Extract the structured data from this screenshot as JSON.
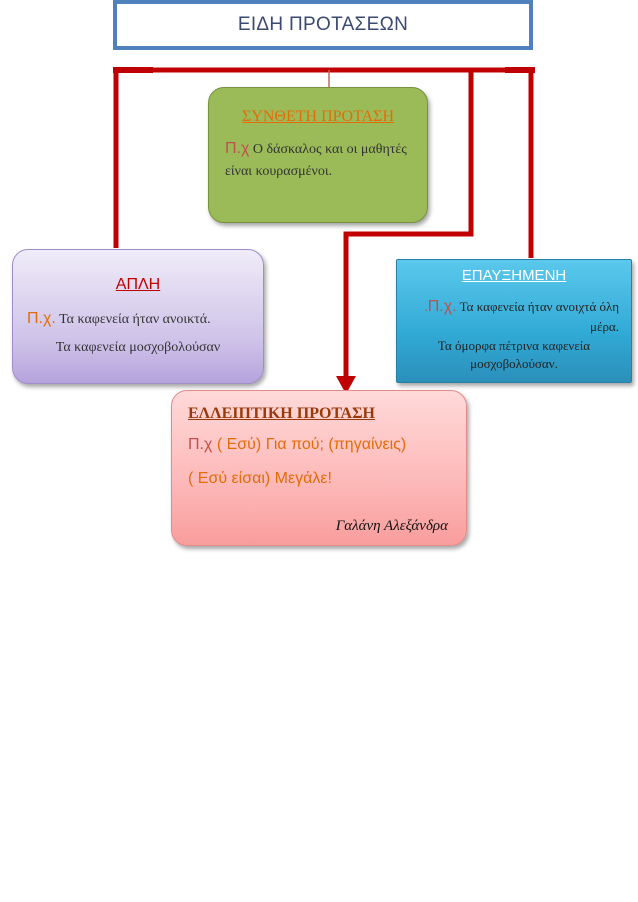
{
  "title": "ΕΙΔΗ ΠΡΟΤΑΣΕΩΝ",
  "colors": {
    "connector": "#c00000",
    "title_border": "#4f81bd",
    "green_box": "#9bbb59",
    "lavender_box": "#cdc1e8",
    "blue_box": "#31aad6",
    "pink_box": "#fdb8b8"
  },
  "syntheti": {
    "title": "ΣΥΝΘΕΤΗ ΠΡΟΤΑΣΗ",
    "prefix": "Π.χ",
    "example": " Ο δάσκαλος  και οι μαθητές είναι κουρασμένοι."
  },
  "apli": {
    "title": "ΑΠΛΗ",
    "prefix": "Π.χ.",
    "example1": "  Τα καφενεία ήταν ανοικτά.",
    "example2": "Τα καφενεία μοσχοβολούσαν"
  },
  "epauximeni": {
    "title": "ΕΠΑΥΞΗΜΕΝΗ",
    "dot": ".",
    "prefix": "Π.χ.",
    "example1": "  Τα καφενεία ήταν ανοιχτά όλη μέρα.",
    "example2": "Τα όμορφα πέτρινα καφενεία μοσχοβολούσαν."
  },
  "elleiptiki": {
    "title": "ΕΛΛΕΙΠΤΙΚΗ ΠΡΟΤΑΣΗ",
    "prefix": "Π.χ",
    "example1": "  ( Εσύ) Για πού; (πηγαίνεις)",
    "example2": "( Εσύ είσαι) Μεγάλε!",
    "signature": "Γαλάνη Αλεξάνδρα"
  }
}
